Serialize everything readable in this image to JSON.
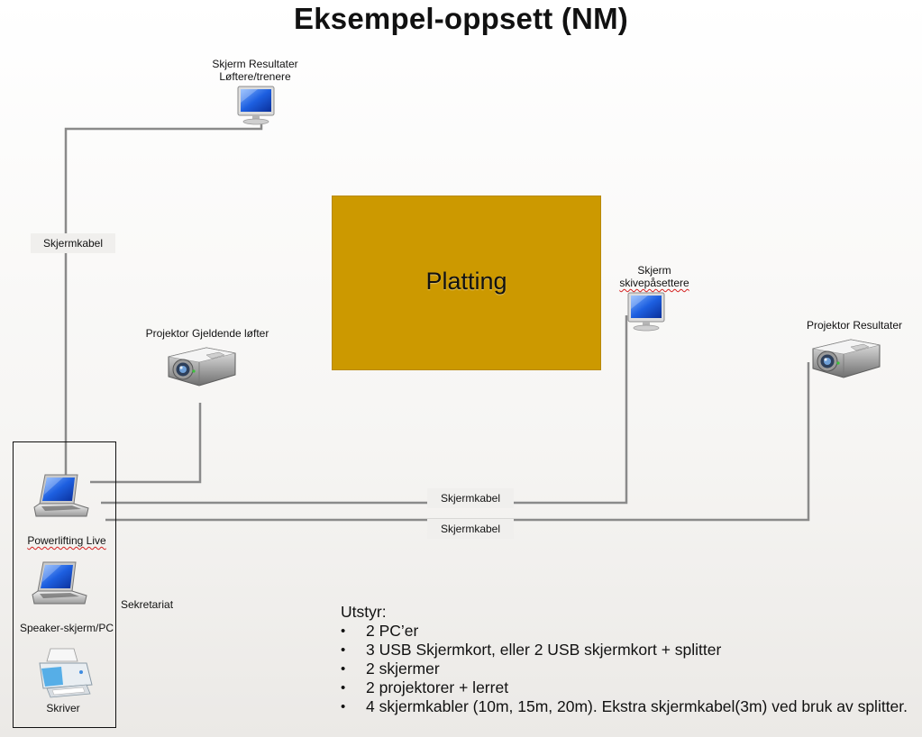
{
  "title": "Eksempel-oppsett (NM)",
  "platform": {
    "label": "Platting",
    "color": "#cc9900"
  },
  "devices": {
    "monitor_results": {
      "line1": "Skjerm Resultater",
      "line2": "Løftere/trenere",
      "icon": "monitor-icon"
    },
    "monitor_plates": {
      "line1": "Skjerm",
      "line2": "skivepåsettere",
      "icon": "monitor-icon"
    },
    "projector_current": {
      "label": "Projektor Gjeldende løfter",
      "icon": "projector-icon"
    },
    "projector_results": {
      "label": "Projektor Resultater",
      "icon": "projector-icon"
    },
    "laptop_powerlifting": {
      "label": "Powerlifting Live",
      "icon": "laptop-icon"
    },
    "laptop_speaker": {
      "label": "Speaker-skjerm/PC",
      "icon": "laptop-icon"
    },
    "printer": {
      "label": "Skriver",
      "icon": "printer-icon"
    }
  },
  "secretariat_label": "Sekretariat",
  "cables": {
    "left": "Skjermkabel",
    "middle_upper": "Skjermkabel",
    "middle_lower": "Skjermkabel"
  },
  "equipment": {
    "heading": "Utstyr:",
    "items": [
      "2 PC’er",
      "3 USB Skjermkort, eller 2 USB skjermkort + splitter",
      "2 skjermer",
      "2 projektorer  + lerret",
      "4 skjermkabler (10m, 15m, 20m). Ekstra skjermkabel(3m) ved bruk av splitter."
    ]
  }
}
